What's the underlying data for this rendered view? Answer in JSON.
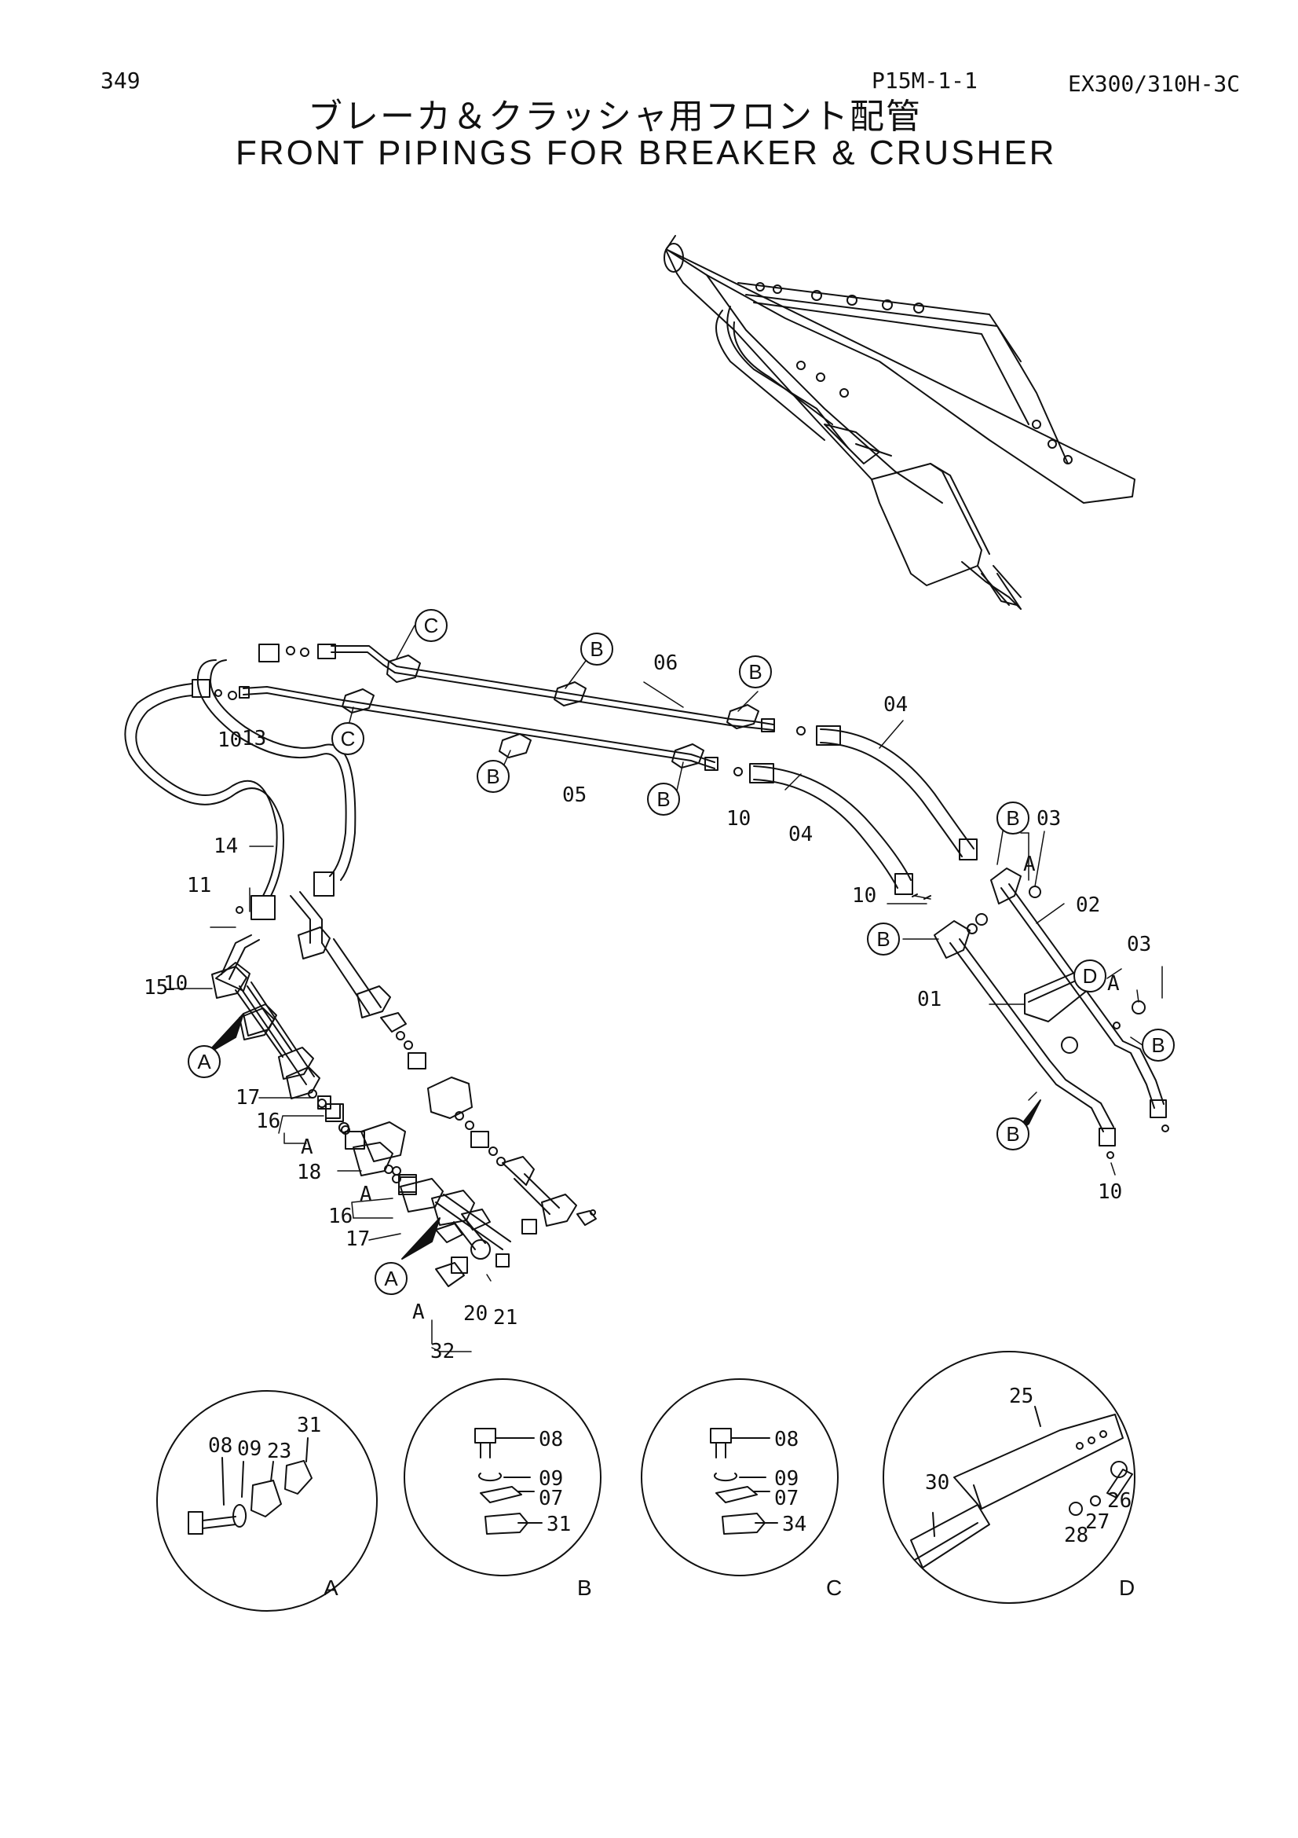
{
  "header": {
    "page_number": "349",
    "figure_code": "P15M-1-1",
    "model": "EX300/310H-3C",
    "title_jp": "ブレーカ＆クラッシャ用フロント配管",
    "title_en": "FRONT PIPINGS FOR BREAKER & CRUSHER"
  },
  "callouts": [
    {
      "id": "c1",
      "text": "C"
    },
    {
      "id": "c2",
      "text": "C"
    },
    {
      "id": "b1",
      "text": "B"
    },
    {
      "id": "b2",
      "text": "B"
    },
    {
      "id": "b3",
      "text": "B"
    },
    {
      "id": "b4",
      "text": "B"
    },
    {
      "id": "b5",
      "text": "B"
    },
    {
      "id": "b6",
      "text": "B"
    },
    {
      "id": "b7",
      "text": "B"
    },
    {
      "id": "b8",
      "text": "B"
    },
    {
      "id": "d1",
      "text": "D"
    },
    {
      "id": "a1",
      "text": "A"
    },
    {
      "id": "a2",
      "text": "A"
    }
  ],
  "part_labels": [
    {
      "id": "p06",
      "text": "06"
    },
    {
      "id": "p04a",
      "text": "04"
    },
    {
      "id": "p04b",
      "text": "04"
    },
    {
      "id": "p05",
      "text": "05"
    },
    {
      "id": "p10a",
      "text": "10"
    },
    {
      "id": "p13",
      "text": "13"
    },
    {
      "id": "p10b",
      "text": "10"
    },
    {
      "id": "p10c",
      "text": "10"
    },
    {
      "id": "p10d",
      "text": "10"
    },
    {
      "id": "p10e",
      "text": "10"
    },
    {
      "id": "p03a",
      "text": "03"
    },
    {
      "id": "p03b",
      "text": "03"
    },
    {
      "id": "p02",
      "text": "02"
    },
    {
      "id": "p01",
      "text": "01"
    },
    {
      "id": "p14",
      "text": "14"
    },
    {
      "id": "p11",
      "text": "11"
    },
    {
      "id": "p15",
      "text": "15"
    },
    {
      "id": "p17a",
      "text": "17"
    },
    {
      "id": "p16a",
      "text": "16"
    },
    {
      "id": "p18",
      "text": "18"
    },
    {
      "id": "p16b",
      "text": "16"
    },
    {
      "id": "p17b",
      "text": "17"
    },
    {
      "id": "p20",
      "text": "20"
    },
    {
      "id": "p21",
      "text": "21"
    },
    {
      "id": "p32",
      "text": "32"
    },
    {
      "id": "pA1",
      "text": "A"
    },
    {
      "id": "pA2",
      "text": "A"
    },
    {
      "id": "pA3",
      "text": "A"
    },
    {
      "id": "pA4",
      "text": "A"
    },
    {
      "id": "pA5",
      "text": "A"
    }
  ],
  "details": {
    "A": {
      "name": "A",
      "labels": [
        "08",
        "09",
        "23",
        "31"
      ]
    },
    "B": {
      "name": "B",
      "labels": [
        "08",
        "09",
        "07",
        "31"
      ]
    },
    "C": {
      "name": "C",
      "labels": [
        "08",
        "09",
        "07",
        "34"
      ]
    },
    "D": {
      "name": "D",
      "labels": [
        "25",
        "30",
        "28",
        "27",
        "26"
      ]
    }
  }
}
